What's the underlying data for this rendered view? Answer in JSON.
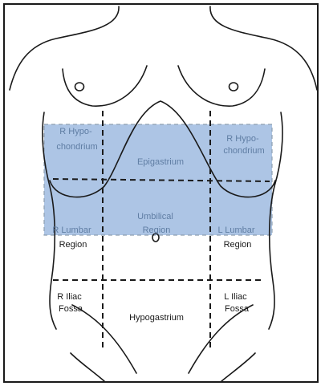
{
  "diagram": {
    "colors": {
      "outline": "#1a1a1a",
      "shaded_region": "#9fbbe0",
      "shaded_border": "#8e9fb0",
      "shaded_text": "#5f7da3",
      "dark_text": "#1a1a1a"
    },
    "regions": {
      "r_hypochondrium": {
        "line1": "R Hypo-",
        "line2": "chondrium"
      },
      "epigastrium": {
        "label": "Epigastrium"
      },
      "l_hypochondrium": {
        "line1": "R Hypo-",
        "line2": "chondrium"
      },
      "r_lumbar": {
        "line1": "R Lumbar",
        "line2": "Region"
      },
      "umbilical": {
        "line1": "Umbilical",
        "line2": "Region"
      },
      "l_lumbar": {
        "line1": "L Lumbar",
        "line2": "Region"
      },
      "r_iliac": {
        "line1": "R Iliac",
        "line2": "Fossa"
      },
      "hypogastrium": {
        "label": "Hypogastrium"
      },
      "l_iliac": {
        "line1": "L Iliac",
        "line2": "Fossa"
      }
    }
  }
}
